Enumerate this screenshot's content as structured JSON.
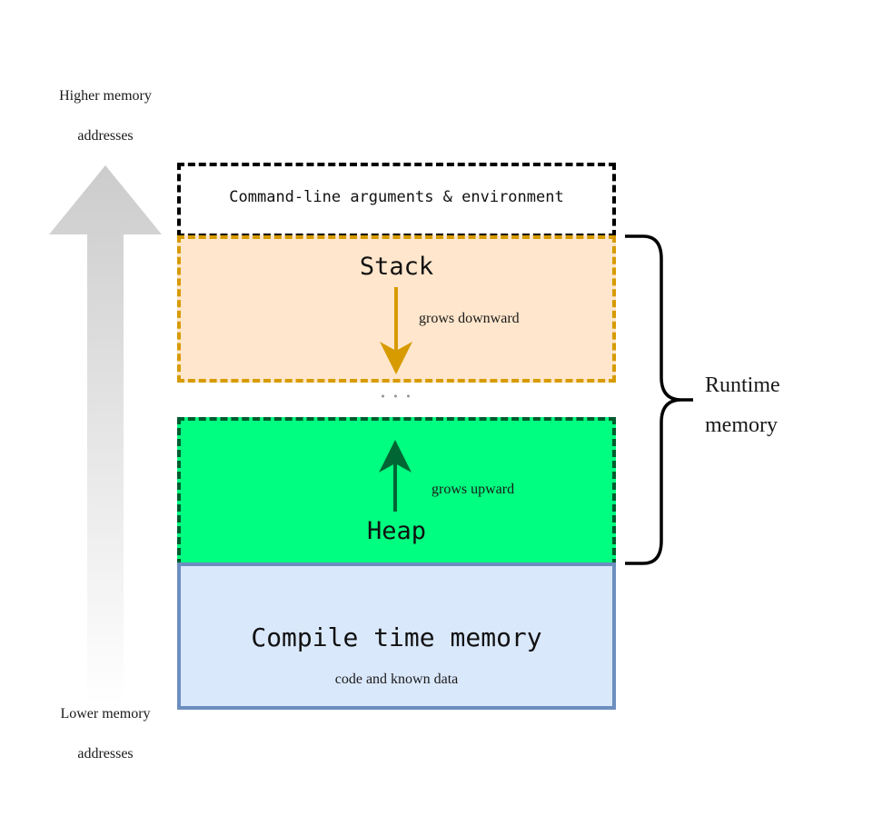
{
  "title": "Program memory layout",
  "address_axis": {
    "top_label_line1": "Higher memory",
    "top_label_line2": "addresses",
    "bottom_label_line1": "Lower memory",
    "bottom_label_line2": "addresses"
  },
  "segments": {
    "args_env": {
      "label": "Command-line arguments & environment",
      "border_color": "#000000",
      "fill": "#ffffff"
    },
    "stack": {
      "label": "Stack",
      "note": "grows downward",
      "border_color": "#d79b00",
      "fill": "#ffe6cc",
      "arrow_color": "#d79b00"
    },
    "gap": {
      "label": "• • •"
    },
    "heap": {
      "label": "Heap",
      "note": "grows upward",
      "border_color": "#005c2e",
      "fill": "#00ff80",
      "arrow_color": "#006633"
    },
    "compile_time": {
      "label": "Compile time memory",
      "note": "code and known data",
      "border_color": "#6c8ebf",
      "fill": "#dae8fc"
    }
  },
  "brace": {
    "label_line1": "Runtime",
    "label_line2": "memory"
  }
}
